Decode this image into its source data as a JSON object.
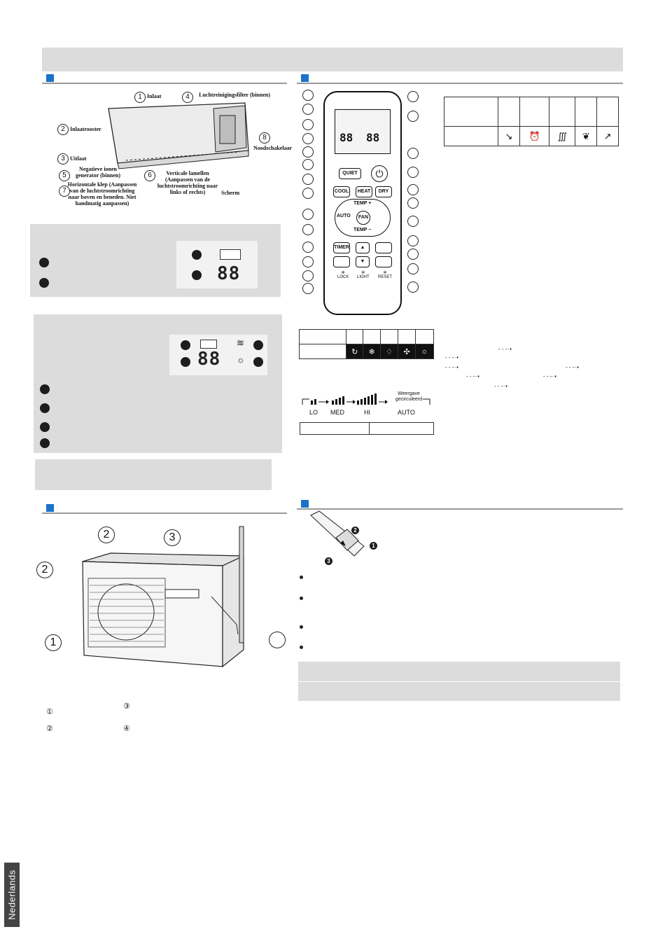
{
  "indoor_unit": {
    "labels": {
      "inlaat": "Inlaat",
      "filter": "Luchtreinigingsfilter (binnen)",
      "rooster": "Inlaatrooster",
      "noodschakelaar": "Noodschakelaar",
      "uitlaat": "Uitlaat",
      "ionen": "Negatieve ionen generator (binnen)",
      "lamellen": "Verticale lamellen (Aanpassen van de luchtstroomrichting naar links of rechts)",
      "klep": "Horizontale klep (Aanpassen van de luchtstroomrichting naar boven en beneden. Niet handmatig aanpassen)",
      "scherm": "Scherm"
    },
    "markers": [
      "1",
      "2",
      "3",
      "4",
      "5",
      "6",
      "7",
      "8"
    ]
  },
  "display_a": {
    "digits": "88"
  },
  "display_b": {
    "digits": "88"
  },
  "remote": {
    "buttons": {
      "quiet": "QUIET",
      "heat": "HEAT",
      "cool": "COOL",
      "dry": "DRY",
      "temp_plus": "TEMP +",
      "temp_minus": "TEMP −",
      "auto": "AUTO",
      "fan": "FAN",
      "timer": "TIMER",
      "lock": "LOCK",
      "light": "LIGHT",
      "reset": "RESET"
    }
  },
  "fan_speed": {
    "levels": [
      "LO",
      "MED",
      "HI",
      "AUTO"
    ],
    "auto_note": "Weergave gecirculeerd"
  },
  "outdoor_unit": {
    "markers": [
      "1",
      "2",
      "2",
      "3"
    ],
    "legend_symbols": [
      "①",
      "③",
      "②",
      "④"
    ]
  },
  "battery_steps": [
    "1",
    "2",
    "3"
  ],
  "sidebar_language": "Nederlands"
}
